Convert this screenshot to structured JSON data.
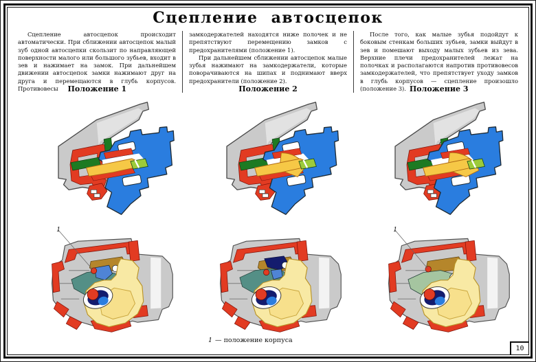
{
  "poster": {
    "title": "Сцепление  автосцепок",
    "page_number": "10",
    "caption": {
      "marker": "1",
      "text": "—  положение  корпуса"
    },
    "columns": [
      {
        "paragraphs": [
          {
            "indent": true,
            "text": "Сцепление автосцепок происходит автоматически. При сближении автосцепок малый зуб одной автосцепки скользит по направляющей поверхности малого или большого зубьев, входит в зев и нажимает на замок. При дальнейшем движении автосцепок замки нажимают друг на друга и перемещаются в глубь корпусов. Противовесы"
          }
        ]
      },
      {
        "paragraphs": [
          {
            "indent": false,
            "text": "замкодержателей находятся ниже полочек и не препятствуют перемещению замков с предохранителями (положение 1)."
          },
          {
            "indent": true,
            "text": "При дальнейшем сближении автосцепок малые зубья нажимают на замкодержатели, которые поворачиваются на шипах и поднимают вверх предохранители (положение 2)."
          }
        ]
      },
      {
        "paragraphs": [
          {
            "indent": true,
            "text": "После того, как малые зубья подойдут к боковым стенкам больших зубьев, замки выйдут в зев и помешают выходу малых зубьев из зева. Верхние плечи предохранителей лежат на полочках и располагаются напротив противовесов замкодержателей, что препятствует уходу замков в глубь корпусов — сцепление произошло (положение 3)."
          }
        ]
      }
    ],
    "positions": [
      {
        "label": "Положение 1"
      },
      {
        "label": "Положение 2"
      },
      {
        "label": "Положение 3"
      }
    ],
    "colors": {
      "red": "#e23b22",
      "blue": "#2a7ddf",
      "blue_mid": "#4f84d6",
      "navy": "#141c6e",
      "gray_body": "#cacaca",
      "gray_light": "#e2e2e2",
      "green_dark": "#1d7a22",
      "green_light": "#9ccb3a",
      "yellow": "#f6c846",
      "yellow_pale": "#f8e9a4",
      "orange": "#e2902a",
      "teal": "#548f86",
      "sage": "#a5c5a0",
      "brown": "#b5862b"
    }
  }
}
